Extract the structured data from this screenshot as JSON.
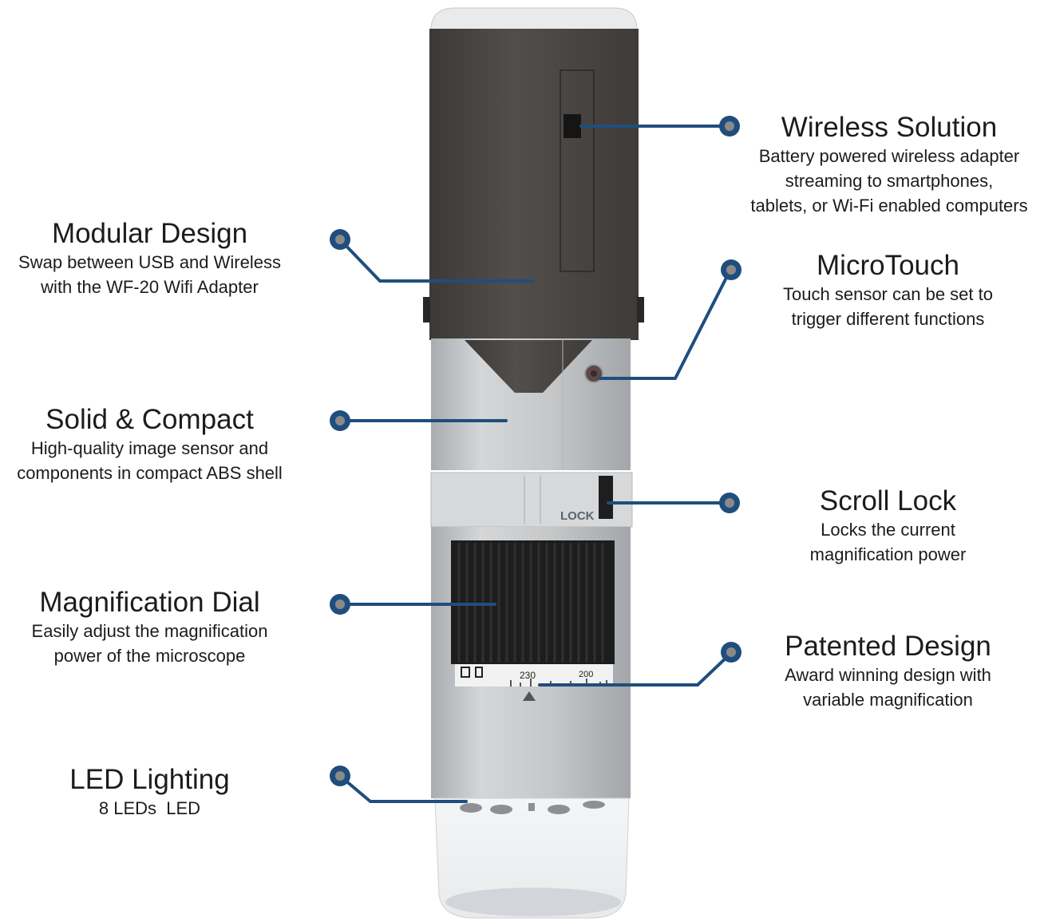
{
  "colors": {
    "accent": "#1f4e7e",
    "dot_inner": "#8a8a8a",
    "body_dark": "#4a4644",
    "body_silver": "#c9cbcd",
    "dial_black": "#1c1c1c"
  },
  "product": {
    "lock_label": "LOCK",
    "dial_scale": [
      "230",
      "200"
    ]
  },
  "callouts": {
    "wireless": {
      "title": "Wireless Solution",
      "lines": [
        "Battery powered wireless adapter",
        "streaming to smartphones,",
        "tablets, or Wi-Fi enabled computers"
      ]
    },
    "modular": {
      "title": "Modular Design",
      "lines": [
        "Swap between USB and Wireless",
        "with the WF-20 Wifi Adapter"
      ]
    },
    "microtouch": {
      "title": "MicroTouch",
      "lines": [
        "Touch sensor can be set to",
        "trigger different functions"
      ]
    },
    "solid": {
      "title": "Solid & Compact",
      "lines": [
        "High-quality image sensor and",
        "components in compact ABS shell"
      ]
    },
    "scroll": {
      "title": "Scroll Lock",
      "lines": [
        "Locks the current",
        "magnification power"
      ]
    },
    "dial": {
      "title": "Magnification Dial",
      "lines": [
        "Easily adjust the magnification",
        "power of the microscope"
      ]
    },
    "patented": {
      "title": "Patented Design",
      "lines": [
        "Award winning design with",
        "variable magnification"
      ]
    },
    "led": {
      "title": "LED Lighting",
      "lines": [
        "8 LEDs  LED"
      ]
    }
  }
}
